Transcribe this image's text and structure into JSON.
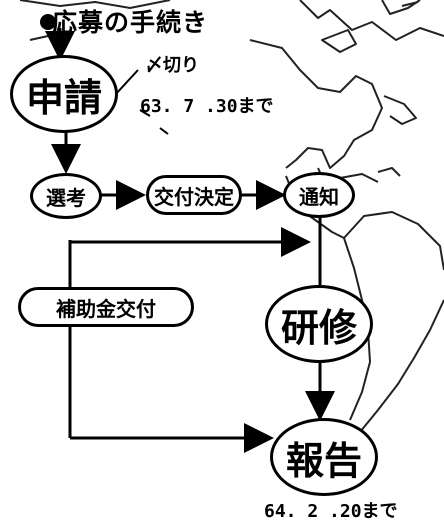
{
  "title": "応募の手続き",
  "nodes": {
    "apply": "申請",
    "selection": "選考",
    "grant_decision": "交付決定",
    "notify": "通知",
    "training": "研修",
    "report": "報告",
    "subsidy": "補助金交付"
  },
  "notes": {
    "deadline_label": "〆切り",
    "deadline_date": "63. 7 .30まで",
    "report_date": "64. 2 .20まで"
  },
  "colors": {
    "ink": "#000000",
    "map_outline": "#222222",
    "background": "#ffffff"
  }
}
